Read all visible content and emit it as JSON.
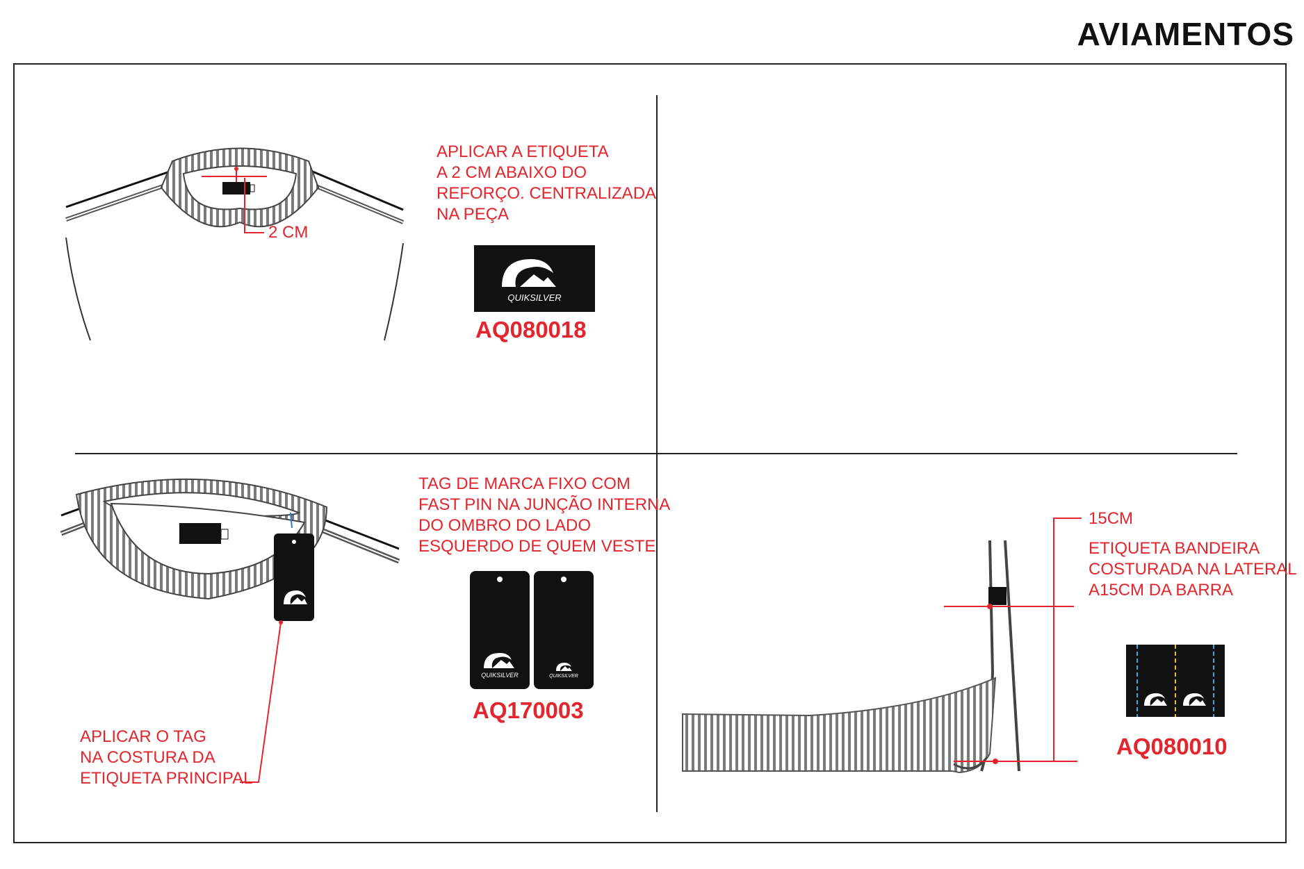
{
  "title": "AVIAMENTOS",
  "colors": {
    "accent_red": "#e3262d",
    "label_black": "#111111",
    "line": "#333333"
  },
  "panel_neck_label": {
    "instruction_lines": [
      "APLICAR A ETIQUETA",
      "A 2 CM ABAIXO DO",
      "REFORÇO. CENTRALIZADA",
      "NA PEÇA"
    ],
    "measure": "2 CM",
    "code": "AQ080018",
    "logo_icon": "quiksilver-logo-icon",
    "logo_text": "QUIKSILVER"
  },
  "panel_hang_tag": {
    "instruction_lines": [
      "TAG DE MARCA FIXO COM",
      "FAST PIN NA JUNÇÃO INTERNA",
      "DO OMBRO DO LADO",
      "ESQUERDO DE QUEM VESTE"
    ],
    "note_lines": [
      "APLICAR O TAG",
      "NA COSTURA DA",
      "ETIQUETA PRINCIPAL"
    ],
    "code": "AQ170003",
    "logo_text": "QUIKSILVER"
  },
  "panel_flag_label": {
    "measure": "15CM",
    "instruction_lines": [
      "ETIQUETA BANDEIRA",
      "COSTURADA NA LATERAL",
      "A15CM DA BARRA"
    ],
    "code": "AQ080010"
  }
}
